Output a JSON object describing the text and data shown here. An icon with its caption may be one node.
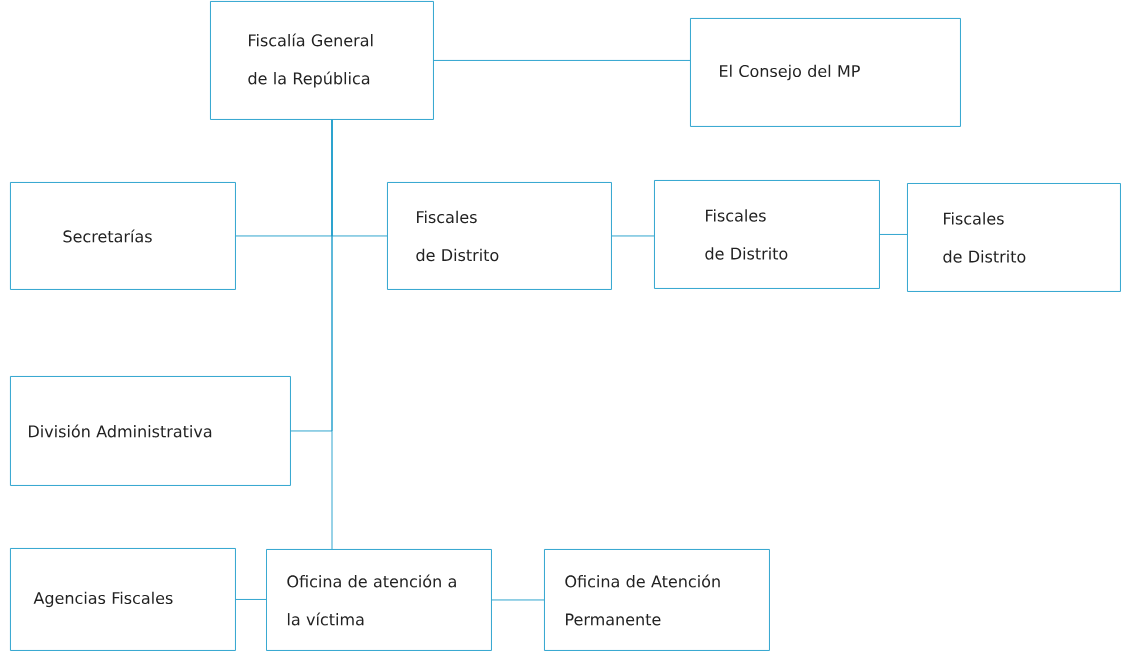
{
  "diagram": {
    "nodes": [
      {
        "text": [
          "Fiscalía General de la República"
        ]
      },
      {
        "text": [
          "El Consejo del MP"
        ]
      },
      {
        "text": [
          "Secretarías"
        ]
      },
      {
        "text": [
          "Fiscales de Distrito"
        ]
      },
      {
        "text": [
          "Fiscales de Distrito"
        ]
      },
      {
        "text": [
          "Fiscales de Distrito"
        ]
      },
      {
        "text": [
          "División Administrativa"
        ]
      },
      {
        "text": [
          "Agencias Fiscales"
        ]
      },
      {
        "text": [
          "Oficina de atención a la víctima"
        ]
      },
      {
        "text": [
          "Oficina de Atención Permanente"
        ]
      }
    ],
    "edges": [
      {
        "from": 0,
        "to": 1,
        "arrow": "none"
      },
      {
        "from": 0,
        "to": 2,
        "arrow": "none"
      },
      {
        "from": 0,
        "to": 3,
        "arrow": "none"
      },
      {
        "from": 3,
        "to": 4,
        "arrow": "none"
      },
      {
        "from": 4,
        "to": 5,
        "arrow": "none"
      },
      {
        "from": 0,
        "to": 6,
        "arrow": "none"
      },
      {
        "from": 0,
        "to": 8,
        "arrow": "none"
      },
      {
        "from": 7,
        "to": 8,
        "arrow": "none"
      },
      {
        "from": 8,
        "to": 9,
        "arrow": "none"
      }
    ]
  }
}
